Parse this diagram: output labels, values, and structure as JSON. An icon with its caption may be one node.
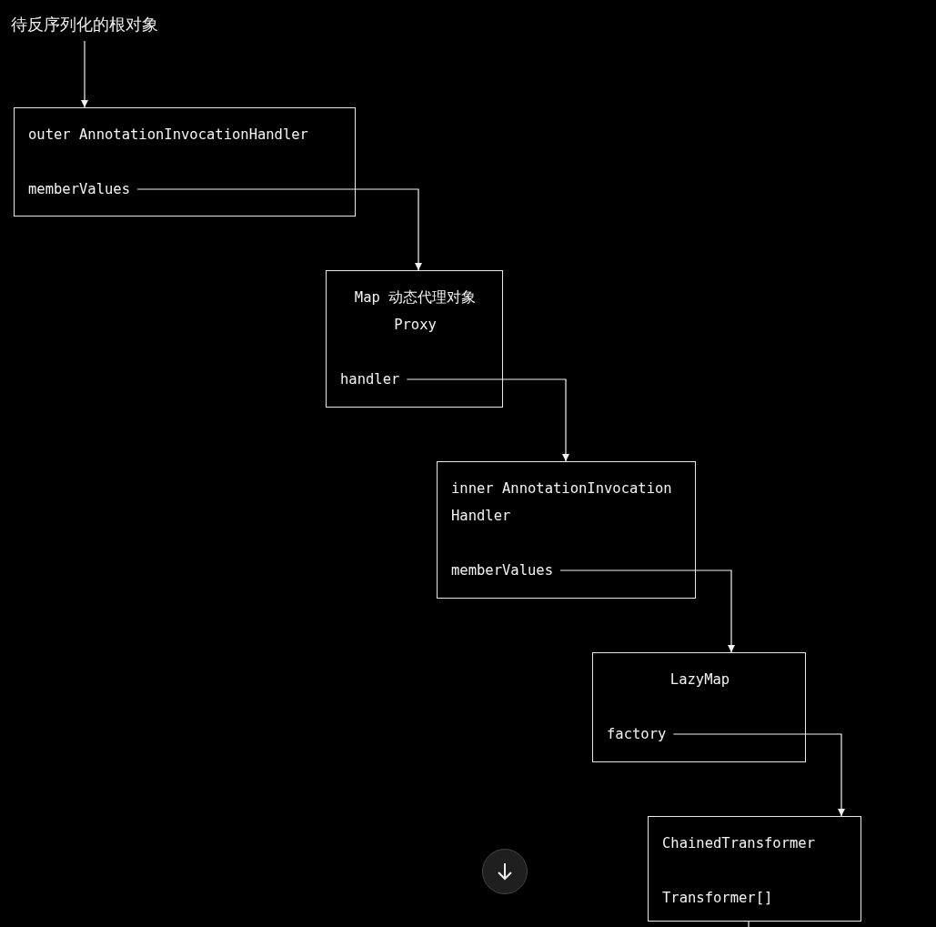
{
  "diagram": {
    "nodes": [
      {
        "text": [
          "待反序列化的根对象"
        ]
      },
      {
        "text": [
          "outer AnnotationInvocationHandler"
        ]
      },
      {
        "text": [
          "memberValues"
        ],
        "in": 1
      },
      {
        "text": [
          "Map 动态代理对象",
          "Proxy"
        ]
      },
      {
        "text": [
          "handler"
        ],
        "in": 3
      },
      {
        "text": [
          "inner AnnotationInvocation Handler"
        ]
      },
      {
        "text": [
          "memberValues"
        ],
        "in": 5
      },
      {
        "text": [
          "LazyMap"
        ]
      },
      {
        "text": [
          "factory"
        ],
        "in": 7
      },
      {
        "text": [
          "ChainedTransformer"
        ]
      },
      {
        "text": [
          "Transformer[]"
        ],
        "in": 9
      }
    ],
    "edges": [
      {
        "from": 0,
        "to": 1,
        "arrow": "to"
      },
      {
        "from": 2,
        "to": 3,
        "arrow": "to"
      },
      {
        "from": 4,
        "to": 5,
        "arrow": "to"
      },
      {
        "from": 6,
        "to": 7,
        "arrow": "to"
      },
      {
        "from": 8,
        "to": 9,
        "arrow": "to"
      },
      {
        "from": 9,
        "to": null,
        "arrow": "none"
      }
    ]
  }
}
